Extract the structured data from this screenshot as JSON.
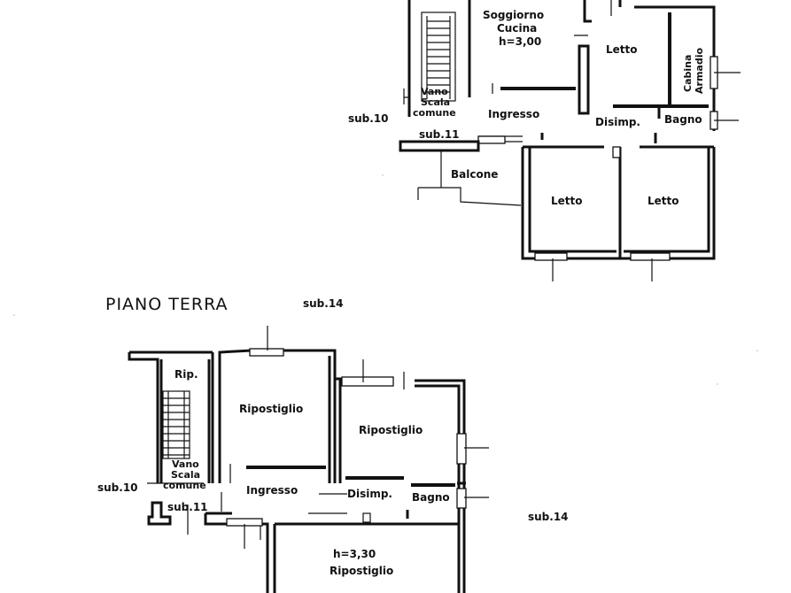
{
  "upper_floor": {
    "rooms": {
      "soggiorno": "Soggiorno",
      "cucina": "Cucina",
      "height": "h=3,00",
      "letto_top": "Letto",
      "cabina": "Cabina",
      "armadio": "Armadio",
      "vano": "Vano",
      "scala": "Scala",
      "comune": "comune",
      "ingresso": "Ingresso",
      "disimp": "Disimp.",
      "bagno": "Bagno",
      "balcone": "Balcone",
      "letto_left": "Letto",
      "letto_right": "Letto"
    },
    "sub_10": "sub.10",
    "sub_11": "sub.11"
  },
  "ground_floor": {
    "title": "PIANO TERRA",
    "sub_14_top": "sub.14",
    "sub_14_right": "sub.14",
    "sub_10": "sub.10",
    "sub_11": "sub.11",
    "rooms": {
      "rip": "Rip.",
      "ripostiglio_1": "Ripostiglio",
      "ripostiglio_2": "Ripostiglio",
      "vano": "Vano",
      "scala": "Scala",
      "comune": "comune",
      "ingresso": "Ingresso",
      "disimp": "Disimp.",
      "bagno": "Bagno",
      "height": "h=3,30",
      "ripostiglio_3": "Ripostiglio"
    }
  }
}
